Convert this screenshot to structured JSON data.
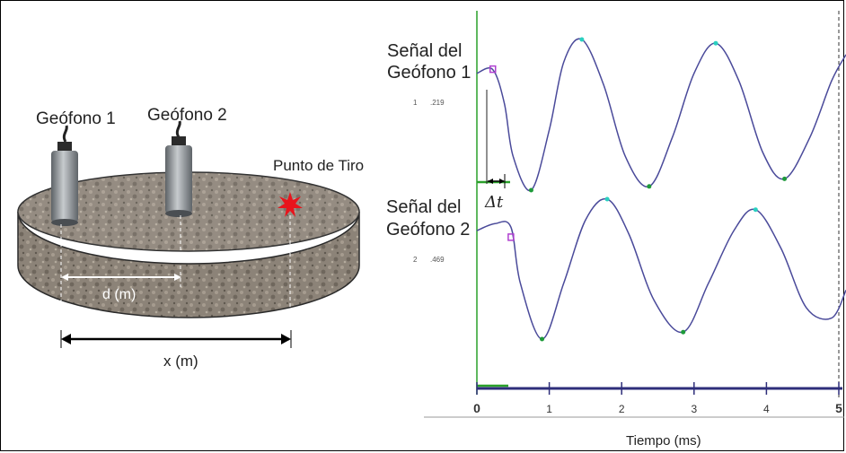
{
  "left_panel": {
    "geophone1_label": "Geófono 1",
    "geophone2_label": "Geófono 2",
    "shot_point_label": "Punto de Tiro",
    "d_label": "d (m)",
    "x_label": "x (m)",
    "colors": {
      "rock": "#8c8378",
      "shot": "#e8141c",
      "sensor": "#8a8f93"
    }
  },
  "right_panel": {
    "signal1_title_line1": "Señal del",
    "signal1_title_line2": "Geófono 1",
    "signal1_small_index": "1",
    "signal1_small_value": ".219",
    "signal2_title_line1": "Señal del",
    "signal2_title_line2": "Geófono 2",
    "signal2_small_index": "2",
    "signal2_small_value": ".469",
    "delta_t_label": "Δt",
    "x_axis_title": "Tiempo (ms)",
    "x_ticks": [
      "0",
      "1",
      "2",
      "3",
      "4",
      "5"
    ],
    "colors": {
      "wave": "#4a4a9a",
      "axis": "#2e2e7a",
      "marker_line": "#2aa02a",
      "pick": "#b040d0",
      "peak_dot": "#2ad0c0",
      "trough_dot": "#1e9a3a"
    }
  },
  "chart_data": {
    "type": "line",
    "xlabel": "Tiempo (ms)",
    "ylabel": "",
    "xlim": [
      0,
      5.1
    ],
    "x_ticks": [
      0,
      1,
      2,
      3,
      4,
      5
    ],
    "series": [
      {
        "name": "Señal del Geófono 1",
        "x": [
          0.0,
          0.22,
          0.38,
          0.5,
          0.75,
          1.0,
          1.2,
          1.45,
          1.75,
          2.05,
          2.38,
          2.7,
          3.0,
          3.3,
          3.62,
          3.95,
          4.25,
          4.6,
          4.9,
          5.1
        ],
        "y": [
          0.55,
          0.6,
          0.15,
          -0.55,
          -1.0,
          -0.2,
          0.7,
          1.0,
          0.4,
          -0.55,
          -0.95,
          -0.3,
          0.55,
          0.95,
          0.45,
          -0.5,
          -0.85,
          -0.3,
          0.45,
          0.8
        ]
      },
      {
        "name": "Señal del Geófono 2",
        "x": [
          0.0,
          0.25,
          0.47,
          0.6,
          0.9,
          1.2,
          1.5,
          1.8,
          2.1,
          2.45,
          2.85,
          3.2,
          3.55,
          3.85,
          4.2,
          4.55,
          4.9,
          5.1
        ],
        "y": [
          0.55,
          0.65,
          0.6,
          -0.2,
          -1.0,
          -0.2,
          0.7,
          1.0,
          0.5,
          -0.45,
          -0.9,
          -0.2,
          0.55,
          0.85,
          0.3,
          -0.55,
          -0.7,
          -0.3
        ]
      }
    ]
  }
}
